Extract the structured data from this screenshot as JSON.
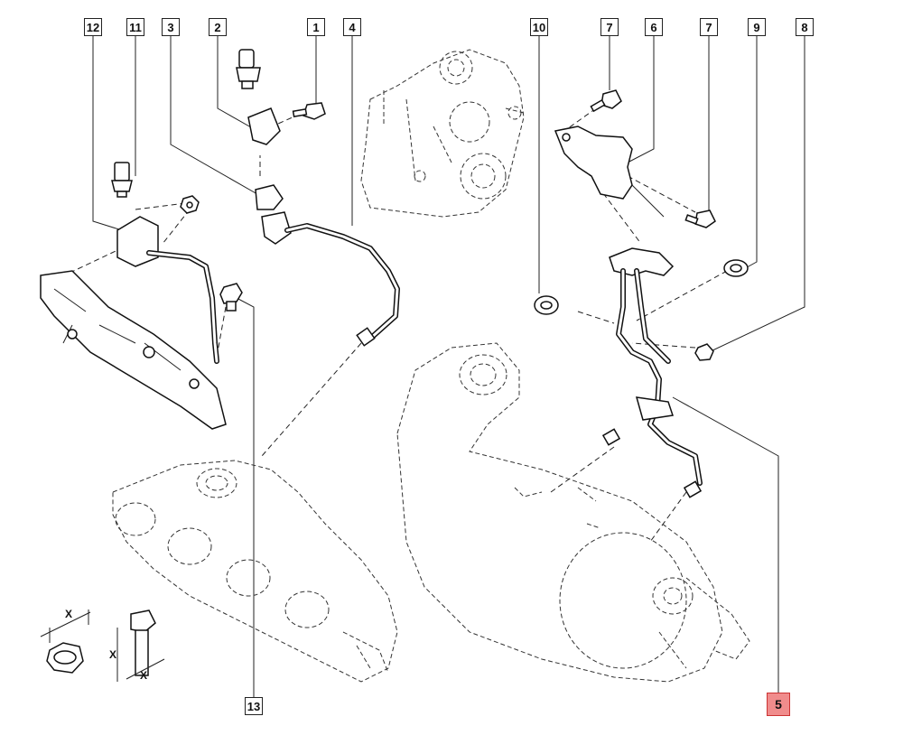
{
  "callouts": {
    "c12": "12",
    "c11": "11",
    "c3": "3",
    "c2": "2",
    "c1": "1",
    "c4": "4",
    "c10": "10",
    "c7a": "7",
    "c6": "6",
    "c7b": "7",
    "c9": "9",
    "c8": "8",
    "c13": "13",
    "c5": "5"
  },
  "dimension_labels": {
    "x1": "X",
    "x2": "X",
    "x3": "X"
  },
  "colors": {
    "highlight_fill": "#f08c8c",
    "line": "#222222",
    "background": "#ffffff"
  }
}
